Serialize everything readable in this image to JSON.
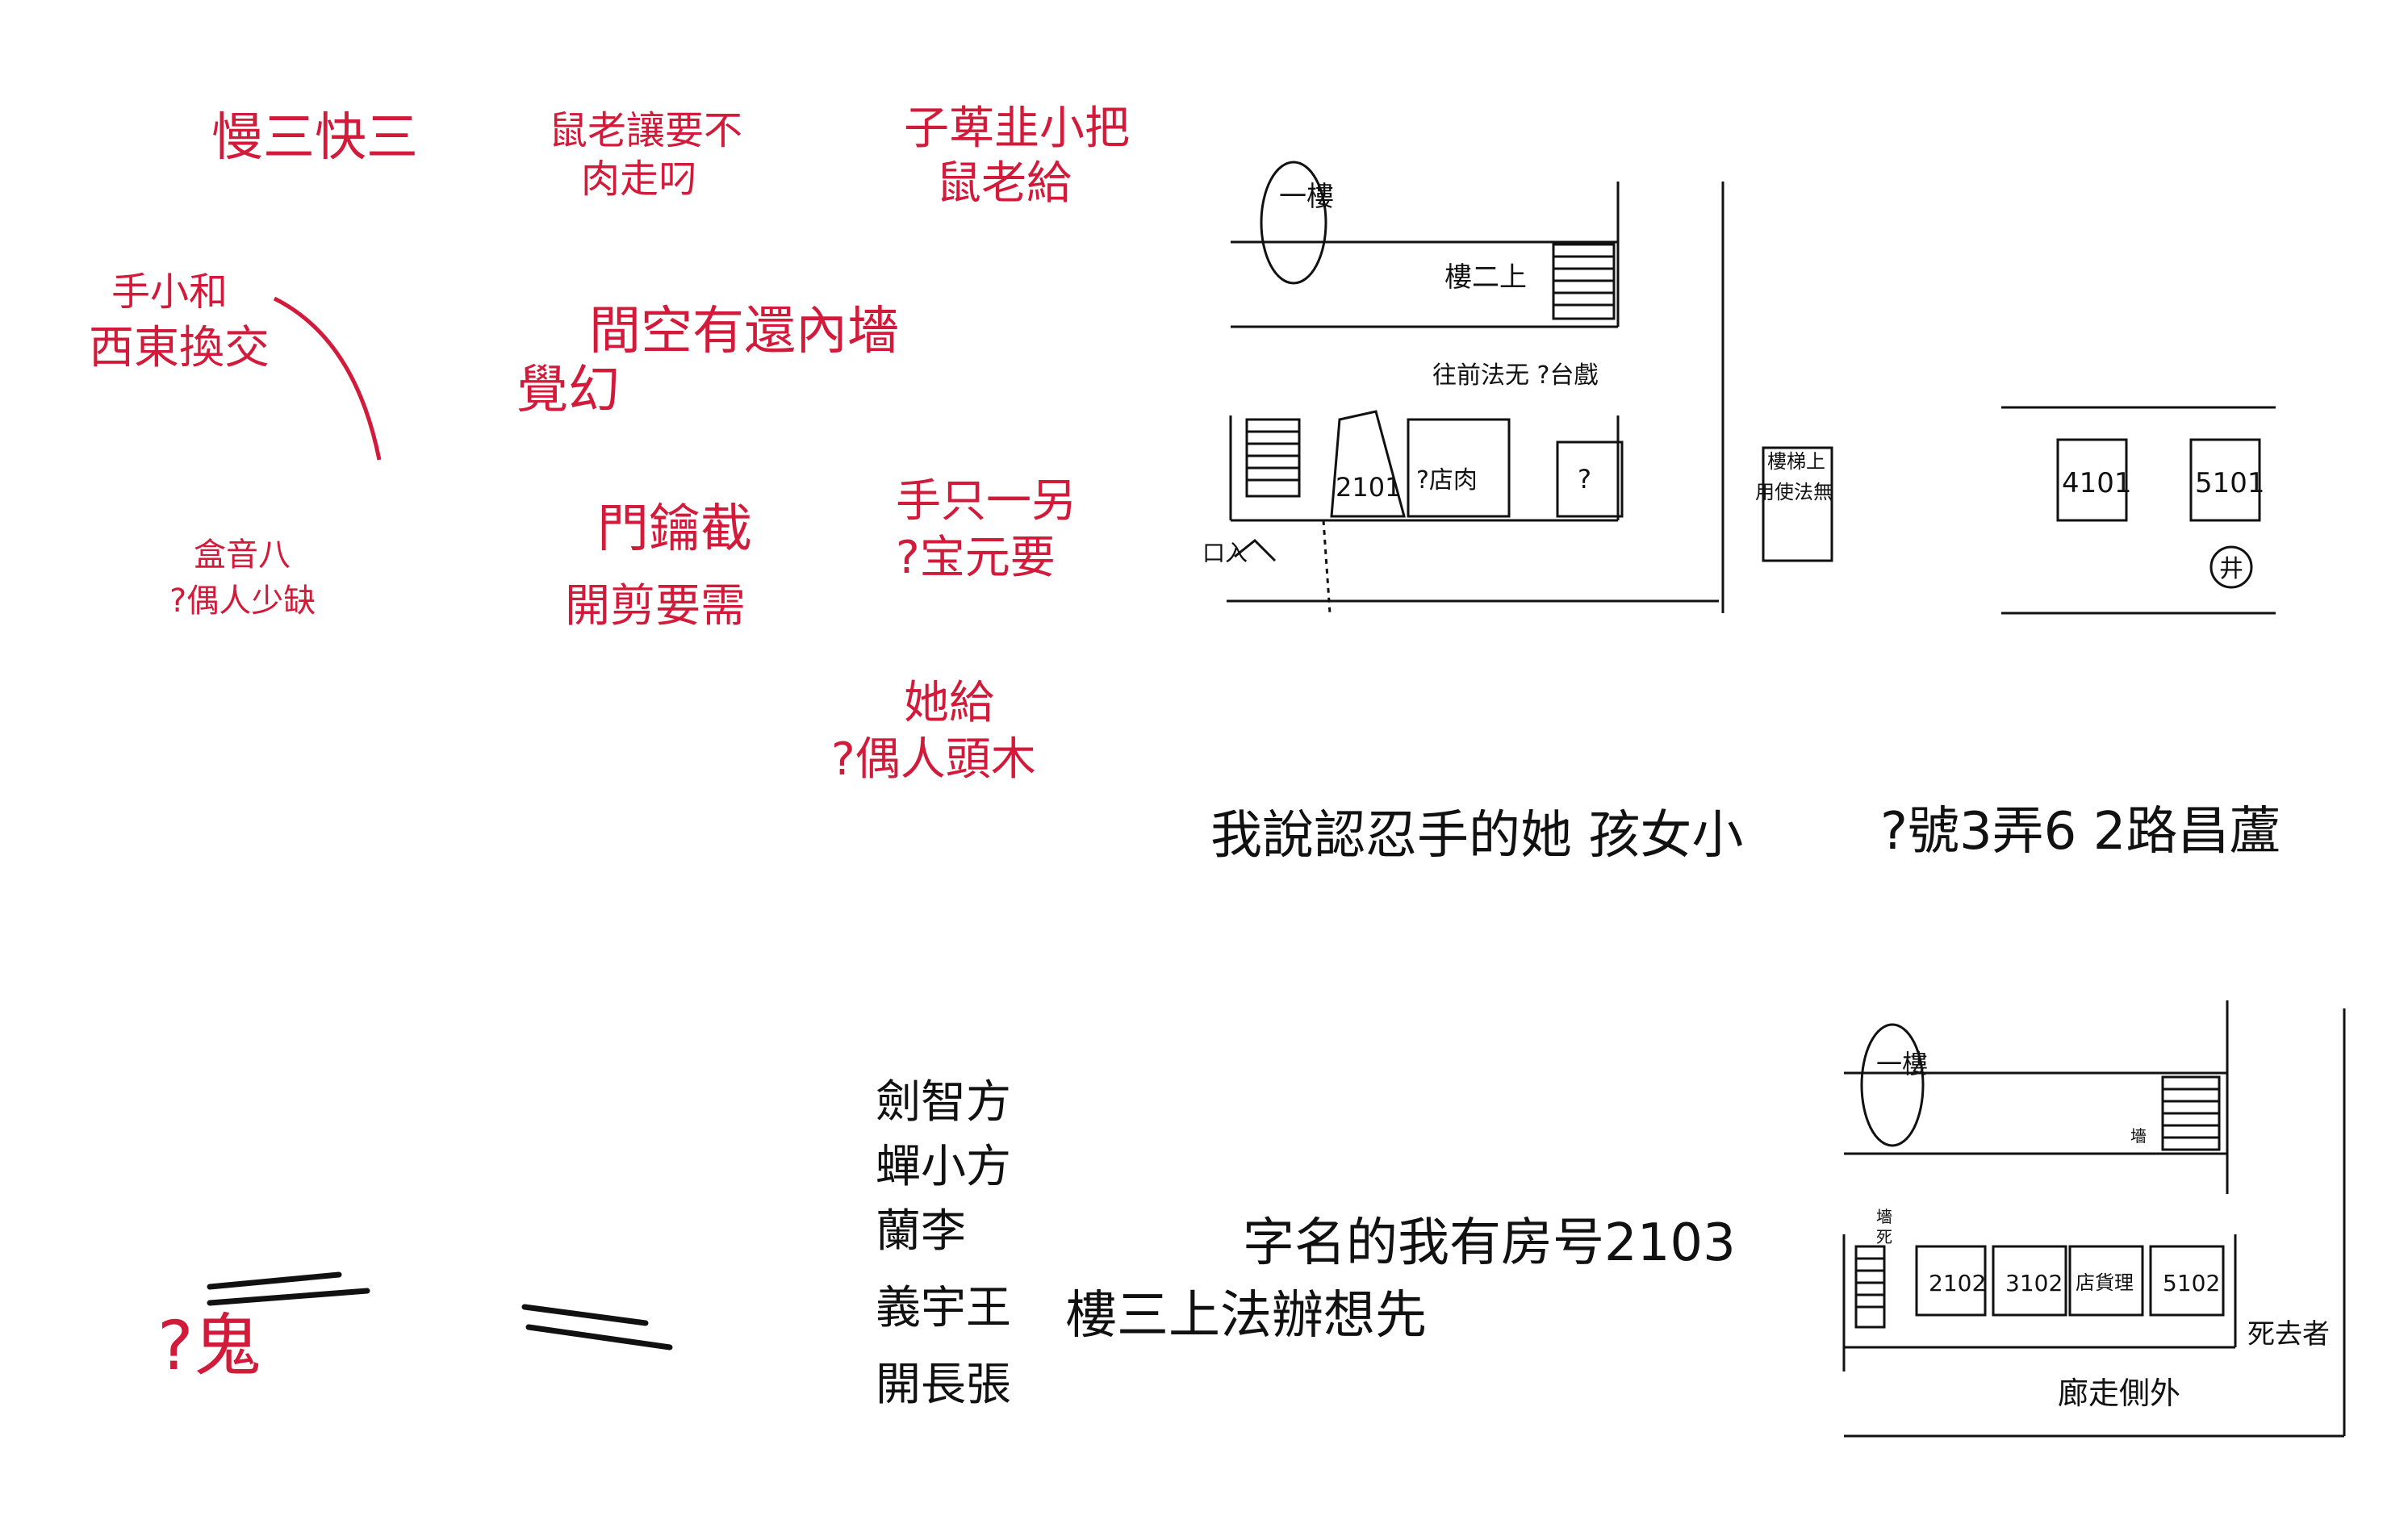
{
  "red_notes": {
    "n1": "慢三快三",
    "n2_l1": "鼠老讓要不",
    "n2_l2": "肉走叼",
    "n3_l1": "子萆韭小把",
    "n3_l2": "鼠老給",
    "n4_l1": "手小和",
    "n4_l2": "西東換交",
    "n5_l1": "間空有還內墻",
    "n5_l2": "覺幻",
    "n6_l1": "盒音八",
    "n6_l2": "?偶人少缺",
    "n7_l1": "門鑰截",
    "n7_l2": "開剪要需",
    "n8_l1": "手只一另",
    "n8_l2": "?宝元要",
    "n9_l1": "她給",
    "n9_l2": "?偶人頭木",
    "ghost": "?鬼"
  },
  "black_notes": {
    "girl": "我說認忍手的她 孩女小",
    "address": "?號3弄6 2路昌蘆",
    "names": [
      "劍智方",
      "蟬小方",
      "蘭李",
      "義宇王",
      "開長張"
    ],
    "room_note": "字名的我有房号2103",
    "floor_note": "樓三上法辦想先"
  },
  "map_top": {
    "floor_circle": "一樓",
    "stairs_up": "樓二上",
    "cant_go": "往前法无 ?台戲",
    "rooms": [
      "2101",
      "?店肉",
      "?"
    ],
    "entrance": "口入",
    "blocked_label_l1": "樓梯上",
    "blocked_label_l2": "用使法無",
    "far_rooms": [
      "4101",
      "5101"
    ],
    "well": "井"
  },
  "map_bottom": {
    "floor_circle": "一樓",
    "wall1": "墻",
    "wall2_l1": "墻",
    "wall2_l2": "死",
    "rooms": [
      "2102",
      "3102",
      "店貨理",
      "5102"
    ],
    "dead_end": "死去者",
    "corridor": "廊走側外"
  },
  "colors": {
    "red_ink": "#d21b3a",
    "black_ink": "#111111"
  }
}
